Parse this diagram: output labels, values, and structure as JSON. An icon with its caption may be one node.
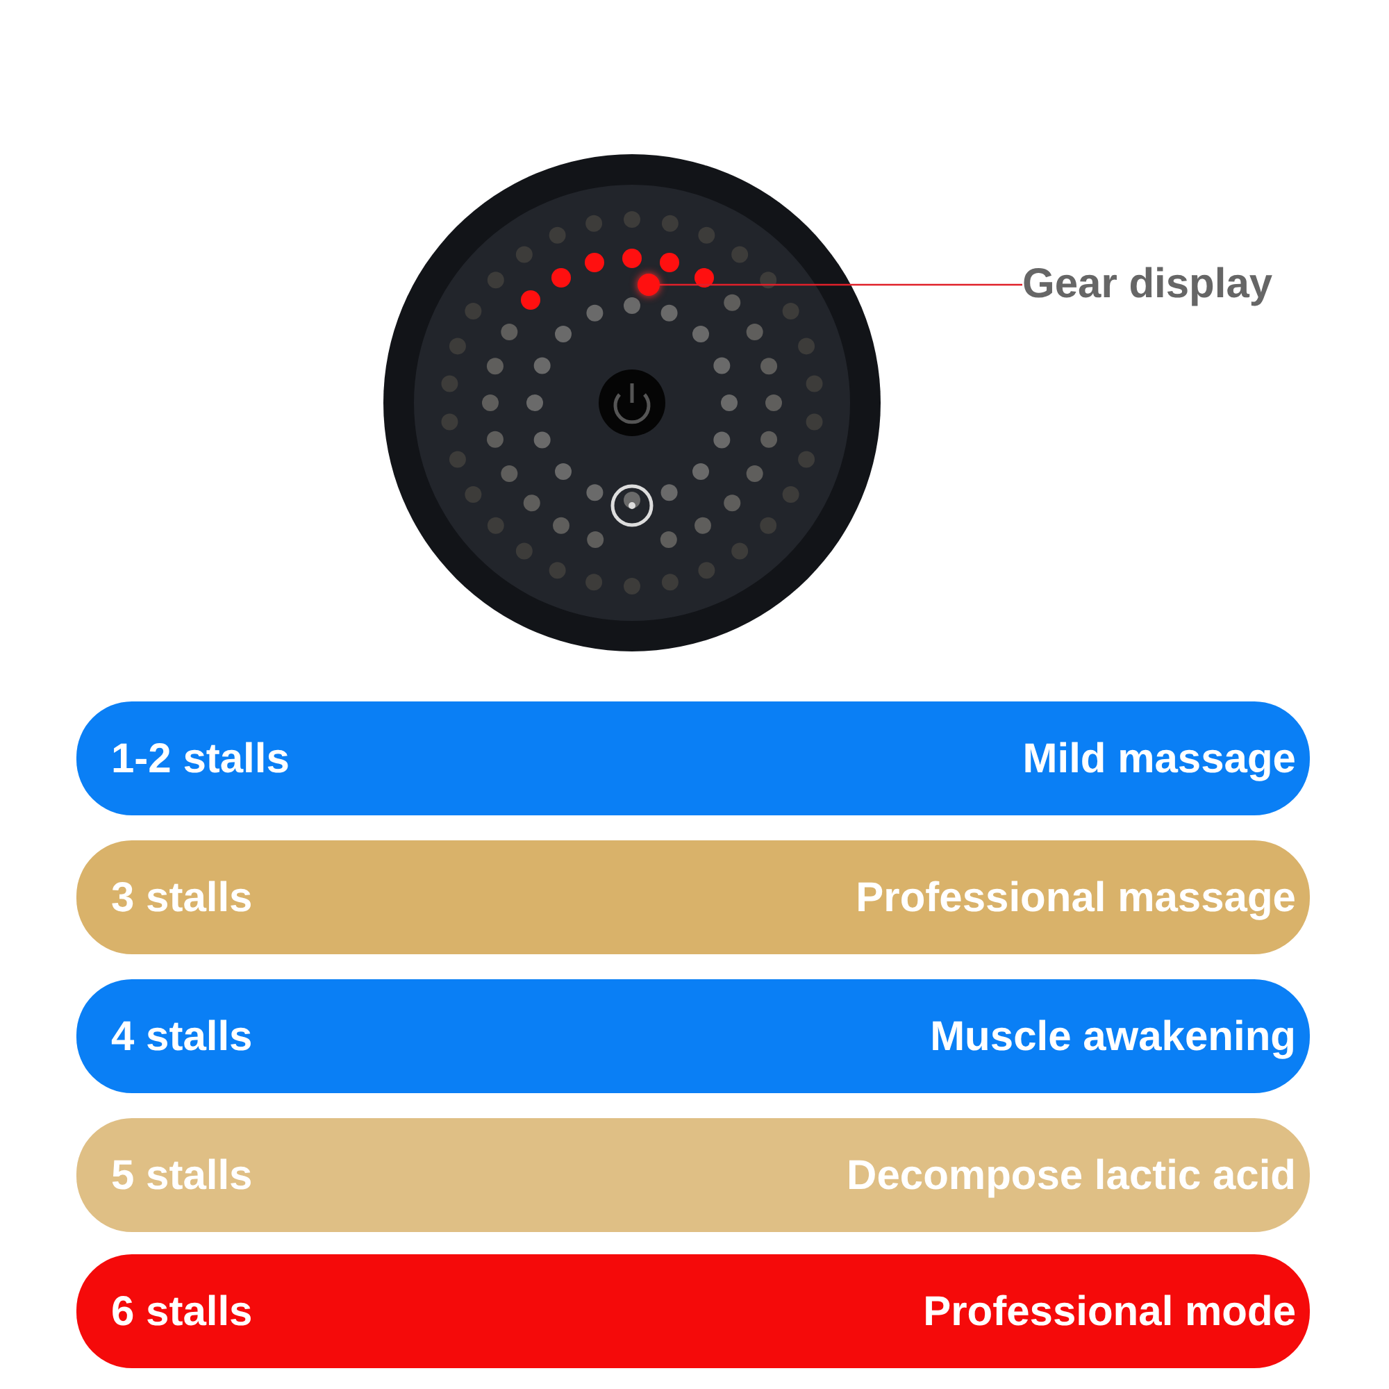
{
  "diagram": {
    "nodes": [
      {
        "text": [
          "Gear display"
        ]
      },
      {
        "text": [],
        "shape": "circle"
      },
      {
        "text": [
          "1-2 stalls",
          "Mild massage"
        ]
      },
      {
        "text": [
          "3 stalls",
          "Professional massage"
        ]
      },
      {
        "text": [
          "4 stalls",
          "Muscle awakening"
        ]
      },
      {
        "text": [
          "5 stalls",
          "Decompose lactic acid"
        ]
      },
      {
        "text": [
          "6 stalls",
          "Professional mode"
        ]
      }
    ],
    "edges": [
      {
        "from": 0,
        "to": 1,
        "arrow": "none",
        "color": "#e0202a"
      }
    ]
  }
}
